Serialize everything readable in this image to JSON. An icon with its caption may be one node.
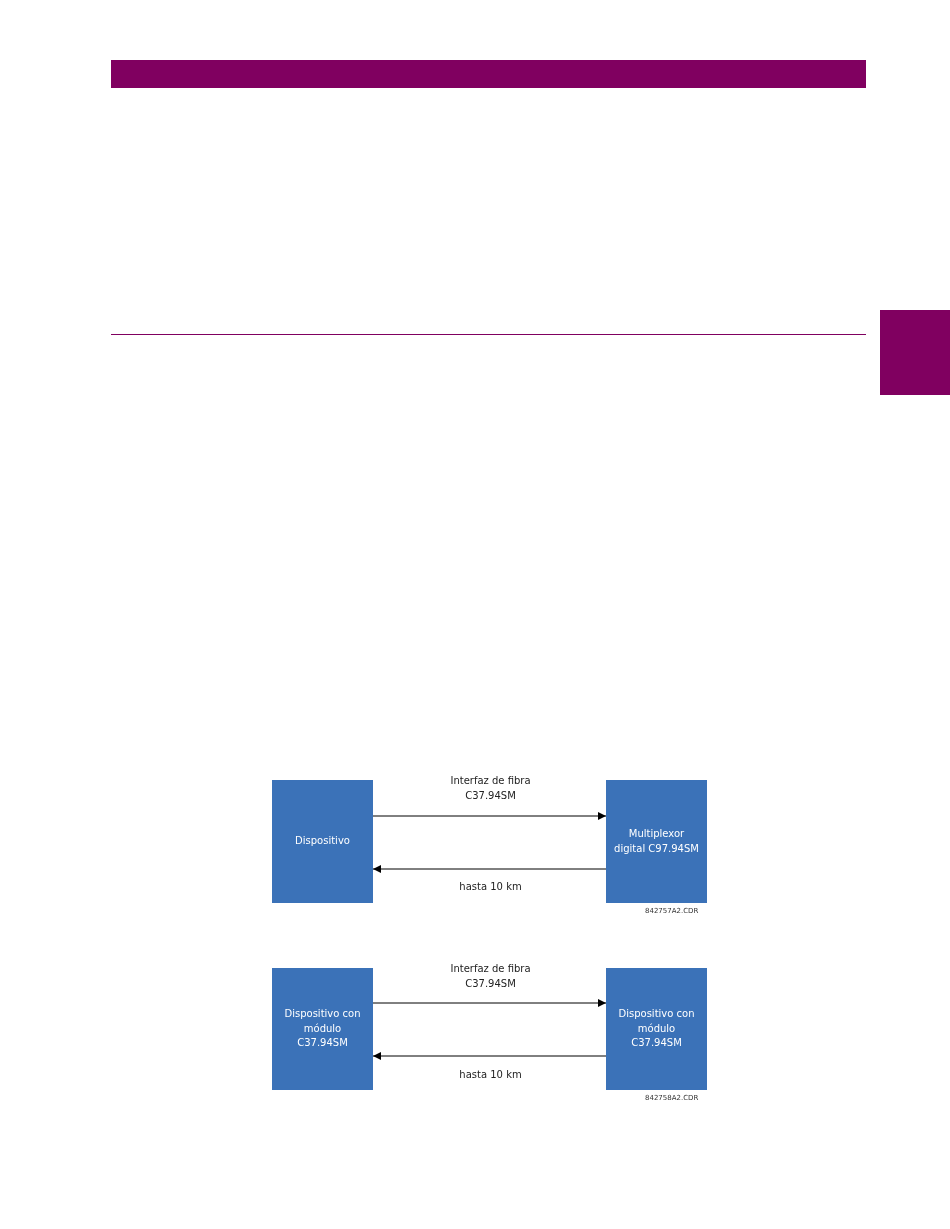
{
  "diagram": {
    "nodes": [
      {
        "text": [],
        "shape": "box"
      },
      {
        "text": [
          "Dispositivo"
        ]
      },
      {
        "text": [
          "Multiplexor digital C97.94SM"
        ]
      },
      {
        "text": [
          "Dispositivo con módulo C37.94SM"
        ]
      },
      {
        "text": [
          "Dispositivo con módulo C37.94SM"
        ]
      }
    ],
    "edges": [
      {
        "from": 1,
        "to": 2,
        "arrow": "to",
        "label": "Interfaz de fibra C37.94SM"
      },
      {
        "from": 2,
        "to": 1,
        "arrow": "to",
        "label": "hasta 10 km"
      },
      {
        "from": 3,
        "to": 4,
        "arrow": "to",
        "label": "Interfaz de fibra C37.94SM"
      },
      {
        "from": 4,
        "to": 3,
        "arrow": "to",
        "label": "hasta 10 km"
      }
    ],
    "labels": [
      "842757A2.CDR",
      "842758A2.CDR"
    ]
  }
}
